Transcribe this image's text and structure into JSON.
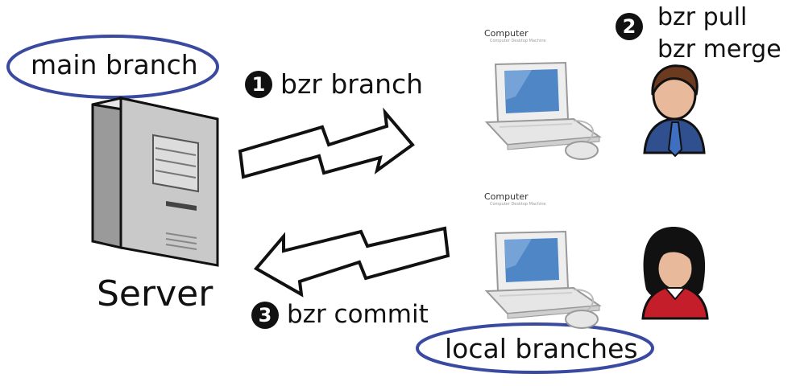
{
  "labels": {
    "main_branch": "main branch",
    "server": "Server",
    "local_branches": "local branches",
    "computer_top": "Computer",
    "computer_bottom": "Computer",
    "computer_top_sub": "Computer Desktop Machine",
    "computer_bottom_sub": "Computer Desktop Machine"
  },
  "steps": [
    {
      "number": "1",
      "command": "bzr branch"
    },
    {
      "number": "2",
      "command_lines": [
        "bzr pull",
        "bzr merge"
      ]
    },
    {
      "number": "3",
      "command": "bzr commit"
    }
  ],
  "colors": {
    "ellipse_stroke": "#3a4aa0",
    "arrow_stroke": "#111111",
    "server_body": "#c9c9c9",
    "screen_blue": "#4f86c6",
    "user_top_shirt": "#2f4f8f",
    "user_bottom_shirt": "#c41e2a",
    "hair_brown": "#6b3a1f",
    "hair_black": "#111111",
    "skin": "#e8b99a"
  },
  "icons": [
    "server-icon",
    "laptop-icon",
    "laptop-icon",
    "male-user-icon",
    "female-user-icon",
    "lightning-arrow-icon",
    "lightning-arrow-icon"
  ]
}
